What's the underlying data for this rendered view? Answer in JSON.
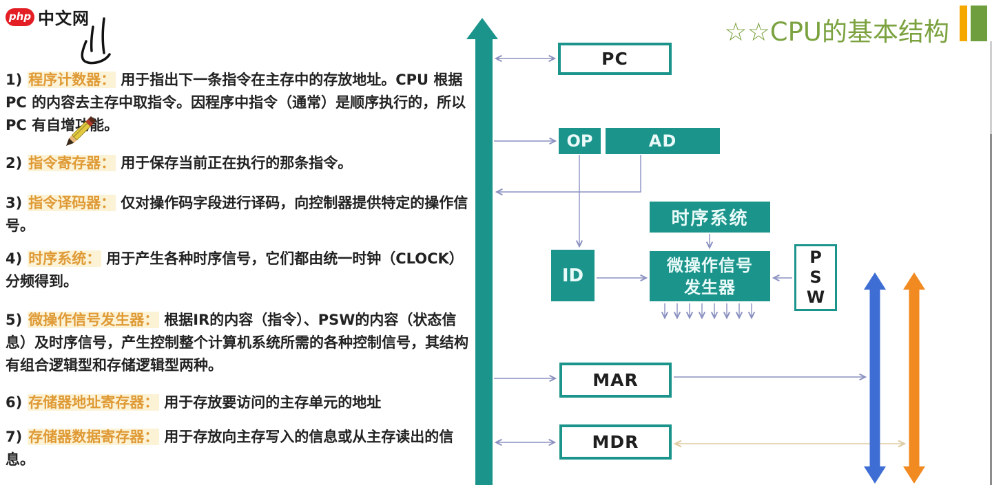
{
  "logo": {
    "brand": "php",
    "site": "中文网"
  },
  "title": {
    "text": "☆☆CPU的基本结构"
  },
  "notes": [
    {
      "num": "1)",
      "term": "程序计数器：",
      "desc": "用于指出下一条指令在主存中的存放地址。CPU 根据 PC 的内容去主存中取指令。因程序中指令（通常）是顺序执行的，所以PC 有自增功能。"
    },
    {
      "num": "2)",
      "term": "指令寄存器：",
      "desc": "用于保存当前正在执行的那条指令。"
    },
    {
      "num": "3)",
      "term": "指令译码器：",
      "desc": "仅对操作码字段进行译码，向控制器提供特定的操作信号。"
    },
    {
      "num": "4)",
      "term": "时序系统：",
      "desc": "用于产生各种时序信号，它们都由统一时钟（CLOCK）分频得到。"
    },
    {
      "num": "5)",
      "term": "微操作信号发生器：",
      "desc": "根据IR的内容（指令）、PSW的内容（状态信息）及时序信号，产生控制整个计算机系统所需的各种控制信号，其结构有组合逻辑型和存储逻辑型两种。"
    },
    {
      "num": "6)",
      "term": "存储器地址寄存器：",
      "desc": "用于存放要访问的主存单元的地址"
    },
    {
      "num": "7)",
      "term": "存储器数据寄存器：",
      "desc": "用于存放向主存写入的信息或从主存读出的信息。"
    }
  ],
  "diagram": {
    "pc": "PC",
    "op": "OP",
    "ad": "AD",
    "timing": "时序系统",
    "id": "ID",
    "micro_line1": "微操作信号",
    "micro_line2": "发生器",
    "psw": [
      "P",
      "S",
      "W"
    ],
    "mar": "MAR",
    "mdr": "MDR"
  },
  "colors": {
    "teal_box": "#1b948b",
    "title_green": "#7ba23f",
    "term_orange": "#df9a35",
    "blue_bus": "#3e6dd4",
    "orange_bus": "#f08a21",
    "connector_grey": "#8a90c0",
    "connector_tan": "#dfcba4",
    "bar_yellow": "#f5a800",
    "bar_green": "#6f9e3f",
    "logo_red": "#e31e24"
  }
}
